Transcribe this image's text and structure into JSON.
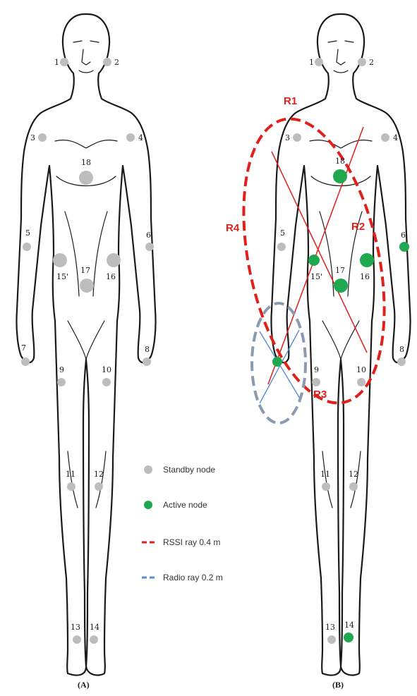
{
  "colors": {
    "standby": "#bdbdbd",
    "active": "#1fa84f",
    "rssi": "#e0201b",
    "radio": "#5d8bd6",
    "radio_circle": "#8a9bb0"
  },
  "panels": {
    "a": {
      "label": "(A)"
    },
    "b": {
      "label": "(B)"
    }
  },
  "nodes": {
    "n1": "1",
    "n2": "2",
    "n3": "3",
    "n4": "4",
    "n5": "5",
    "n6": "6",
    "n7": "7",
    "n8": "8",
    "n9": "9",
    "n10": "10",
    "n11": "11",
    "n12": "12",
    "n13": "13",
    "n14": "14",
    "n15": "15'",
    "n16": "16",
    "n17": "17",
    "n18": "18"
  },
  "active_nodes_b": [
    "6",
    "14",
    "15'",
    "16",
    "17",
    "18",
    "7"
  ],
  "regions": {
    "r1": "R1",
    "r2": "R2",
    "r3": "R3",
    "r4": "R4"
  },
  "legend": {
    "standby": {
      "icon": "gray-dot-icon",
      "label": "Standby node"
    },
    "active": {
      "icon": "green-dot-icon",
      "label": "Active node"
    },
    "rssi": {
      "icon": "red-dash-icon",
      "label": "RSSI ray 0.4 m"
    },
    "radio": {
      "icon": "blue-dash-icon",
      "label": "Radio ray 0.2 m"
    }
  }
}
